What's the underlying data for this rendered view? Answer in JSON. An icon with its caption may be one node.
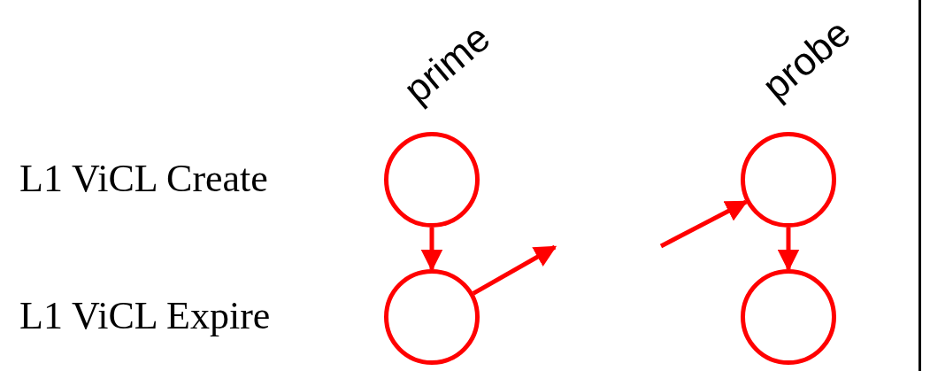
{
  "diagram": {
    "nodes": [
      {
        "text": [],
        "shape": "circle"
      },
      {
        "text": [],
        "shape": "circle"
      },
      {
        "text": [],
        "shape": "circle"
      },
      {
        "text": [],
        "shape": "circle"
      }
    ],
    "edges": [
      {
        "from": 0,
        "to": 1,
        "arrow": "to"
      },
      {
        "from": 1,
        "to": null,
        "arrow": "to"
      },
      {
        "from": null,
        "to": 2,
        "arrow": "to"
      },
      {
        "from": 2,
        "to": 3,
        "arrow": "to"
      }
    ],
    "labels": [
      "prime",
      "probe",
      "L1 ViCL Create",
      "L1 ViCL Expire"
    ]
  }
}
